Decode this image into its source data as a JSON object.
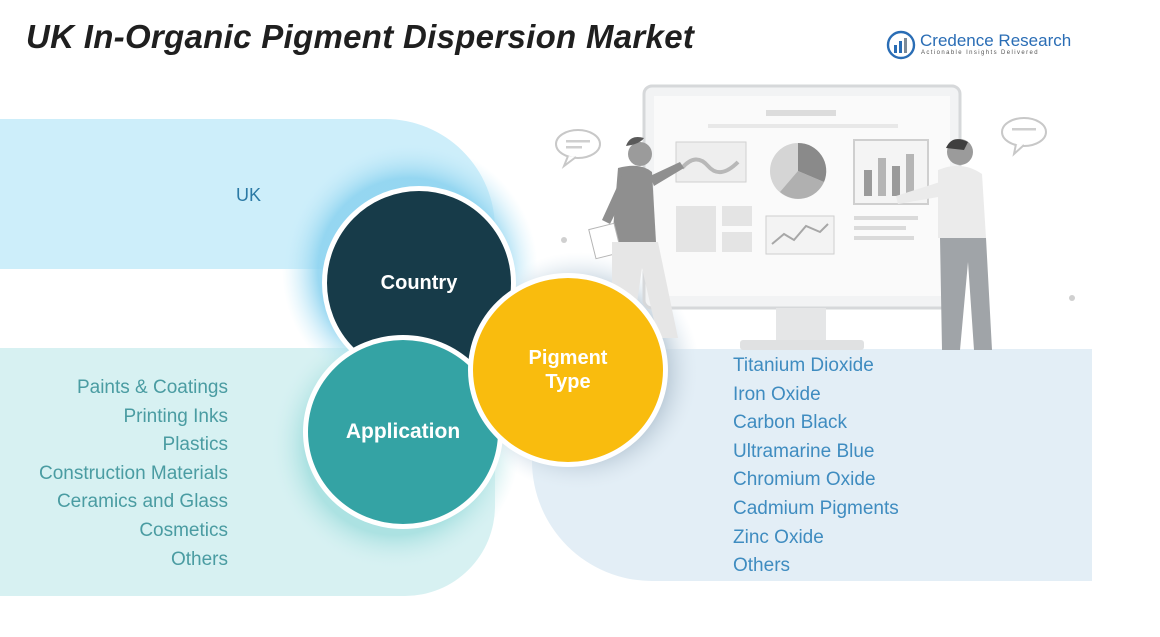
{
  "title": "UK In-Organic Pigment Dispersion Market",
  "logo": {
    "name": "Credence Research",
    "tagline": "Actionable Insights Delivered",
    "brand_color": "#2a6db5"
  },
  "segments": {
    "country": {
      "label": "Country",
      "color": "#173b49",
      "items": [
        "UK"
      ]
    },
    "application": {
      "label": "Application",
      "color": "#34a3a4",
      "items": [
        "Paints & Coatings",
        "Printing Inks",
        "Plastics",
        "Construction Materials",
        "Ceramics and Glass",
        "Cosmetics",
        "Others"
      ]
    },
    "pigment_type": {
      "label_line1": "Pigment",
      "label_line2": "Type",
      "color": "#f9bc0e",
      "items": [
        "Titanium Dioxide",
        "Iron Oxide",
        "Carbon Black",
        "Ultramarine Blue",
        "Chromium Oxide",
        "Cadmium Pigments",
        "Zinc Oxide",
        "Others"
      ]
    }
  },
  "illustration": {
    "icons": [
      "presentation-board-icon",
      "pie-chart-icon",
      "bar-chart-icon",
      "line-chart-icon",
      "speech-bubble-icon",
      "person-icon"
    ]
  }
}
